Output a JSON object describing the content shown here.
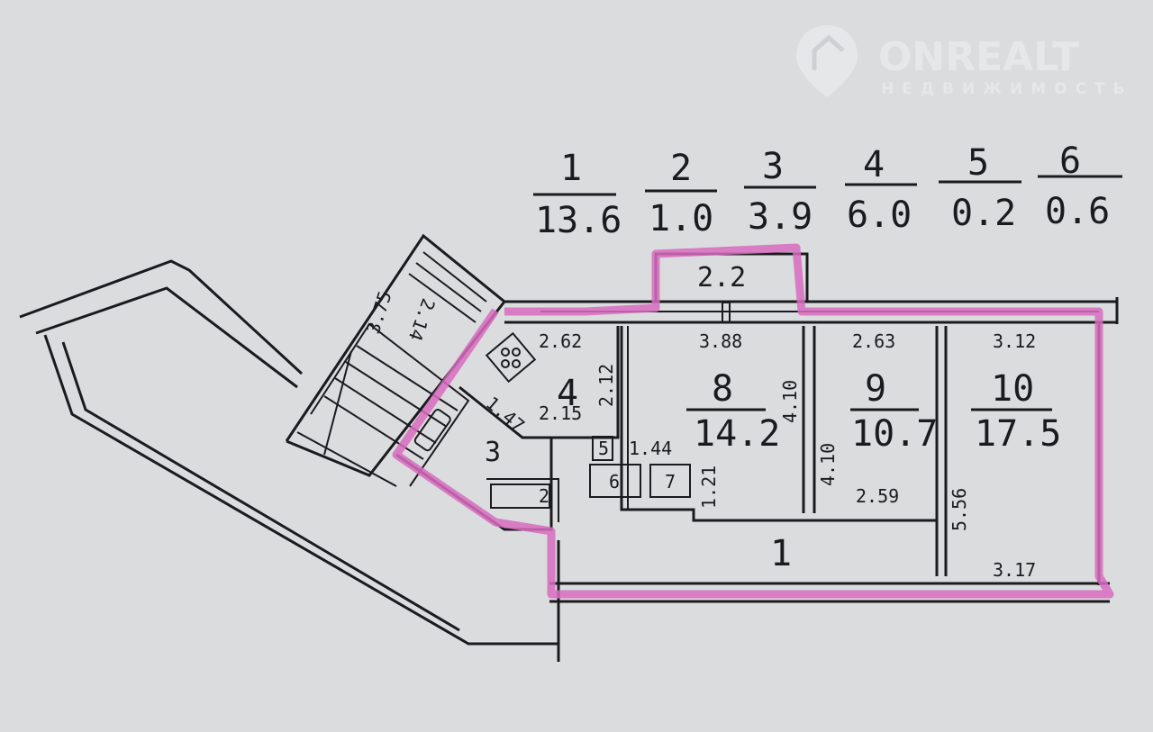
{
  "watermark": {
    "brand": "ONREALT",
    "tagline": "НЕДВИЖИМОСТЬ"
  },
  "legend": [
    {
      "num": "1",
      "area": "13.6"
    },
    {
      "num": "2",
      "area": "1.0"
    },
    {
      "num": "3",
      "area": "3.9"
    },
    {
      "num": "4",
      "area": "6.0"
    },
    {
      "num": "5",
      "area": "0.2"
    },
    {
      "num": "6",
      "area": "0.6"
    }
  ],
  "rooms": {
    "r1": "1",
    "r2": "2",
    "r3": "3",
    "r4": "4",
    "r5": "5",
    "r6": "6",
    "r7": "7",
    "r8": {
      "num": "8",
      "area": "14.2"
    },
    "r9": {
      "num": "9",
      "area": "10.7"
    },
    "r10": {
      "num": "10",
      "area": "17.5"
    }
  },
  "dimensions": {
    "balcony": "2.2",
    "stair_a": "3.75",
    "stair_b": "2.14",
    "kitchen_top": "2.62",
    "kitchen_side": "2.12",
    "kitchen_bottom": "2.15",
    "kitchen_diag": "1.47",
    "room8_top": "3.88",
    "room8_side": "4.10",
    "room9_top": "2.63",
    "room9_side": "4.10",
    "room9_bottom": "2.59",
    "room10_top": "3.12",
    "room10_side": "5.56",
    "hall_bottom": "3.17",
    "corridor": "1.44",
    "corridor_side": "1.21"
  }
}
